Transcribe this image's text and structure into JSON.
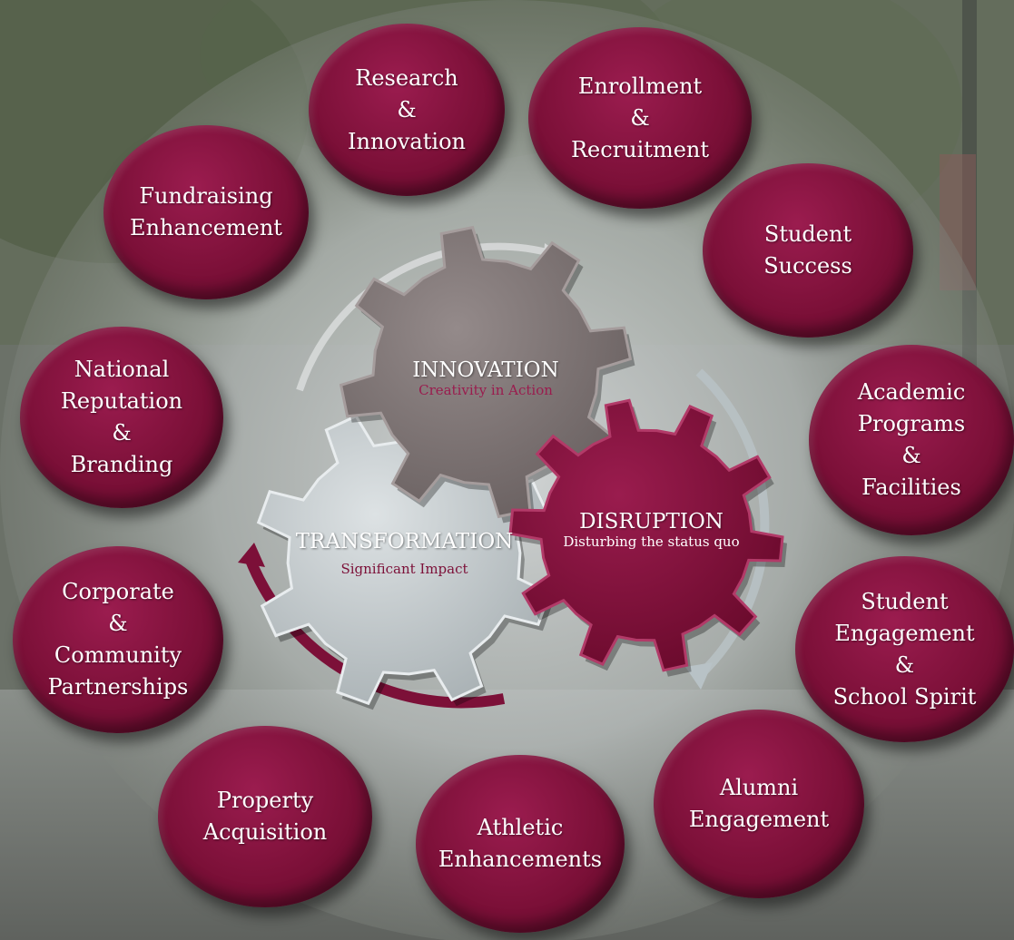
{
  "gears": {
    "innovation": {
      "title": "INNOVATION",
      "subtitle": "Creativity in Action"
    },
    "disruption": {
      "title": "DISRUPTION",
      "subtitle": "Disturbing the status quo"
    },
    "transformation": {
      "title": "TRANSFORMATION",
      "subtitle": "Significant Impact"
    }
  },
  "circles": [
    {
      "id": "research",
      "label": "Research\n&\nInnovation"
    },
    {
      "id": "enrollment",
      "label": "Enrollment\n&\nRecruitment"
    },
    {
      "id": "student-success",
      "label": "Student\nSuccess"
    },
    {
      "id": "academic",
      "label": "Academic\nPrograms\n&\nFacilities"
    },
    {
      "id": "engagement",
      "label": "Student\nEngagement\n&\nSchool Spirit"
    },
    {
      "id": "alumni",
      "label": "Alumni\nEngagement"
    },
    {
      "id": "athletic",
      "label": "Athletic\nEnhancements"
    },
    {
      "id": "property",
      "label": "Property\nAcquisition"
    },
    {
      "id": "corporate",
      "label": "Corporate\n&\nCommunity\nPartnerships"
    },
    {
      "id": "national",
      "label": "National\nReputation\n&\nBranding"
    },
    {
      "id": "fundraising",
      "label": "Fundraising\nEnhancement"
    }
  ],
  "colors": {
    "maroon": "#7c1038",
    "gray_gear": "#7d7474",
    "light_gear": "#c9cfd2"
  }
}
